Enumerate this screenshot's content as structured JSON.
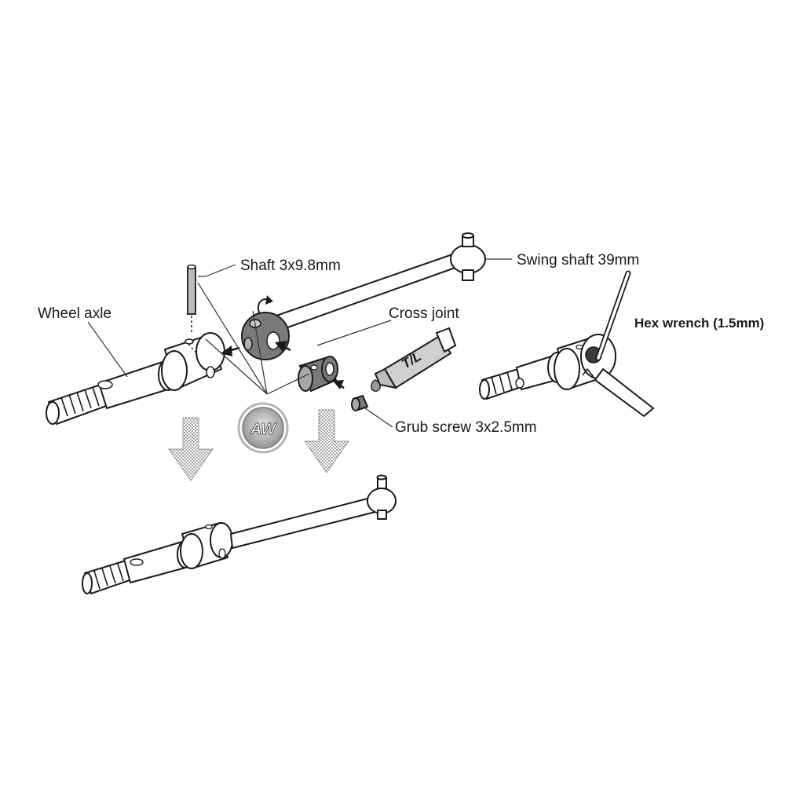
{
  "labels": {
    "shaft": "Shaft 3x9.8mm",
    "swing_shaft": "Swing shaft 39mm",
    "wheel_axle": "Wheel axle",
    "cross_joint": "Cross joint",
    "hex_wrench": "Hex wrench (1.5mm)",
    "grub_screw": "Grub screw 3x2.5mm",
    "tube_label": "T/L",
    "badge_label": "AW"
  },
  "colors": {
    "ink": "#1a1a1a",
    "part_dark": "#7a7a7a",
    "arrow_fill": "#9a9a9a",
    "badge_ring": "#b5b5b5"
  },
  "icons": {
    "badge": "aw-grease-badge-icon",
    "tube": "threadlock-tube-icon",
    "arrows": "down-arrow-icon"
  }
}
